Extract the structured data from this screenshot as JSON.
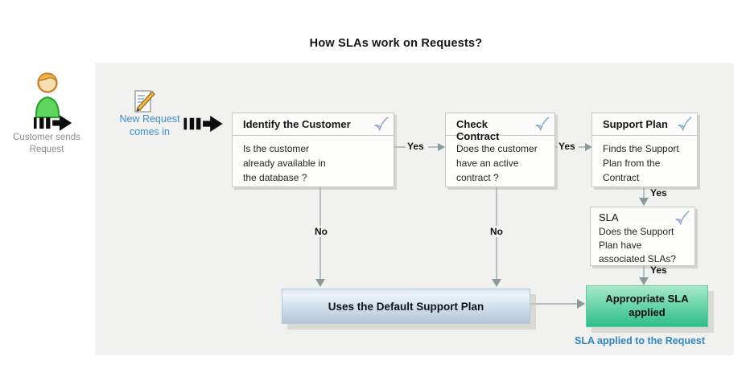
{
  "title": "How SLAs work on Requests?",
  "actor": {
    "label": "Customer sends Request"
  },
  "request": {
    "label": "New Request comes in"
  },
  "boxes": {
    "identify": {
      "title": "Identify the Customer",
      "body": "Is the customer already available in the database ?"
    },
    "contract": {
      "title": "Check Contract",
      "body": "Does the customer have an active contract ?"
    },
    "support": {
      "title": "Support Plan",
      "body": "Finds the Support Plan from the Contract"
    },
    "sla": {
      "title": "SLA",
      "body": "Does the Support Plan have associated SLAs?"
    }
  },
  "results": {
    "default_plan": "Uses the Default Support Plan",
    "sla_applied": "Appropriate SLA applied"
  },
  "footer": {
    "label": "SLA applied to the Request"
  },
  "edges": {
    "yes": "Yes",
    "no": "No"
  },
  "icons": [
    "person-icon",
    "fast-forward-arrow-icon",
    "document-edit-icon",
    "check-icon"
  ],
  "colors": {
    "panel_bg": "#f1f1ef",
    "accent_blue": "#3f90c6",
    "footer_blue": "#2f86c3",
    "result_green": "#2fbd8d",
    "result_blue_gradient_bottom": "#b4c6d8",
    "arrow_gray": "#909da0",
    "check_icon_blue": "#8ca2d0"
  }
}
